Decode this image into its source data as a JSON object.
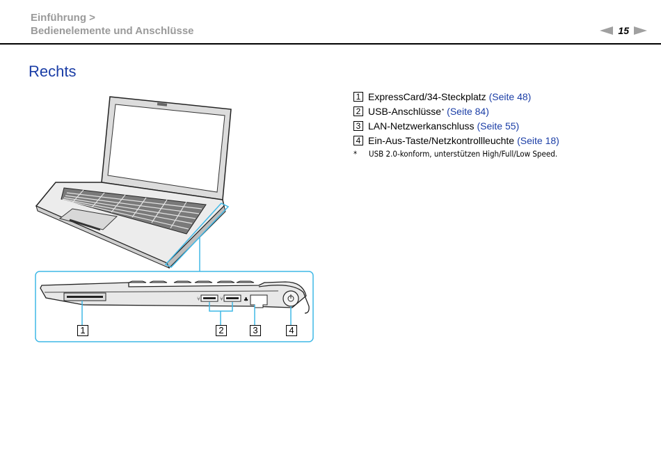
{
  "header": {
    "breadcrumb_line1": "Einführung >",
    "breadcrumb_line2": "Bedienelemente und Anschlüsse",
    "page_number": "15"
  },
  "section_title": "Rechts",
  "items": [
    {
      "num": "1",
      "text": "ExpressCard/34-Steckplatz",
      "sup": "",
      "link": "(Seite 48)"
    },
    {
      "num": "2",
      "text": "USB-Anschlüsse",
      "sup": "*",
      "link": "(Seite 84)"
    },
    {
      "num": "3",
      "text": "LAN-Netzwerkanschluss",
      "sup": "",
      "link": "(Seite 55)"
    },
    {
      "num": "4",
      "text": "Ein-Aus-Taste/Netzkontrollleuchte",
      "sup": "",
      "link": "(Seite 18)"
    }
  ],
  "footnote": {
    "mark": "*",
    "text": "USB 2.0-konform, unterstützen High/Full/Low Speed."
  },
  "callouts": [
    "1",
    "2",
    "3",
    "4"
  ],
  "colors": {
    "accent": "#1a3da6",
    "callout_frame": "#3fb8e6",
    "header_gray": "#9a9a9a"
  },
  "illustration": "laptop-right-side-view"
}
